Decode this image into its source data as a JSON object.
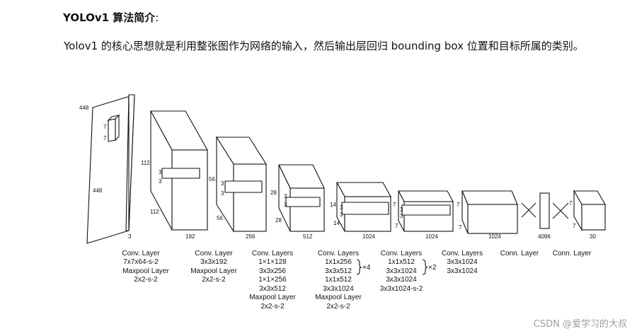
{
  "article": {
    "heading": "YOLOv1 算法简介",
    "heading_colon": ":",
    "paragraph": "Yolov1 的核心思想就是利用整张图作为网络的输入，然后输出层回归 bounding box 位置和目标所属的类别。"
  },
  "figure": {
    "input_labels": {
      "h": "448",
      "w": "448",
      "d": "3",
      "k1": "7",
      "k2": "7"
    },
    "block1": {
      "h": "112",
      "w": "112",
      "d": "192",
      "k1": "3",
      "k2": "3"
    },
    "block2": {
      "h": "56",
      "w": "56",
      "d": "256",
      "k1": "3",
      "k2": "3"
    },
    "block3": {
      "h": "28",
      "w": "28",
      "d": "512",
      "k1": "3",
      "k2": "3"
    },
    "block4": {
      "h": "14",
      "w": "14",
      "d": "1024",
      "k1": "3",
      "k2": "3"
    },
    "block5": {
      "h": "7",
      "w": "7",
      "d": "1024",
      "k1": "3",
      "k2": "3"
    },
    "block6": {
      "h": "7",
      "w": "7",
      "d": "1024"
    },
    "fc_units": "4096",
    "out": {
      "h": "7",
      "w": "7",
      "d": "30"
    },
    "captions": {
      "c1": [
        "Conv. Layer",
        "7x7x64-s-2",
        "Maxpool Layer",
        "2x2-s-2"
      ],
      "c2": [
        "Conv. Layer",
        "3x3x192",
        "Maxpool Layer",
        "2x2-s-2"
      ],
      "c3": [
        "Conv. Layers",
        "1×1×128",
        "3x3x256",
        "1×1×256",
        "3x3x512",
        "Maxpool Layer",
        "2x2-s-2"
      ],
      "c4": [
        "Conv. Layers",
        "1x1x256",
        "3x3x512",
        "1x1x512",
        "3x3x1024",
        "Maxpool Layer",
        "2x2-s-2"
      ],
      "c4_repeat": "×4",
      "c5": [
        "Conv. Layers",
        "1x1x512",
        "3x3x1024",
        "3x3x1024",
        "3x3x1024-s-2"
      ],
      "c5_repeat": "×2",
      "c6": [
        "Conv. Layers",
        "3x3x1024",
        "3x3x1024"
      ],
      "c7": [
        "Conn. Layer"
      ],
      "c8": [
        "Conn. Layer"
      ]
    }
  },
  "watermark": "CSDN @爱学习的大叔"
}
